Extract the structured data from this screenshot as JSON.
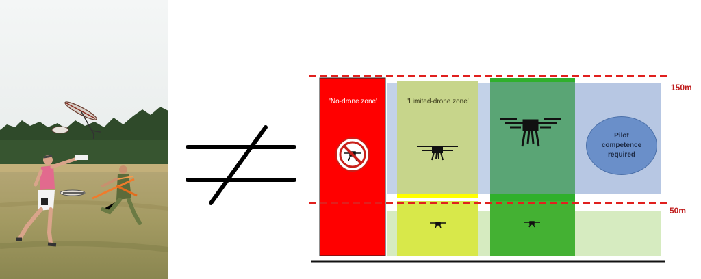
{
  "diagram": {
    "altitude_top": "150m",
    "altitude_low": "50m",
    "zones": [
      {
        "name": "no-drone",
        "label": "'No-drone zone'",
        "color": "#ff0000"
      },
      {
        "name": "limited-drone",
        "label": "'Limited-drone zone'",
        "color_upper": "#c7d58b",
        "color_lower": "#d8e84a"
      },
      {
        "name": "drone",
        "label": "",
        "color_upper": "#5aa575",
        "color_lower": "#44b133"
      },
      {
        "name": "pilot",
        "label": "Pilot competence required",
        "color": "#b7c7e3"
      }
    ],
    "colors": {
      "sky_band": "#c3d2e8",
      "limit_line": "#e0201e",
      "ground": "#111111",
      "lower_band": "#d6ebc0"
    }
  },
  "symbol": "not-equal"
}
